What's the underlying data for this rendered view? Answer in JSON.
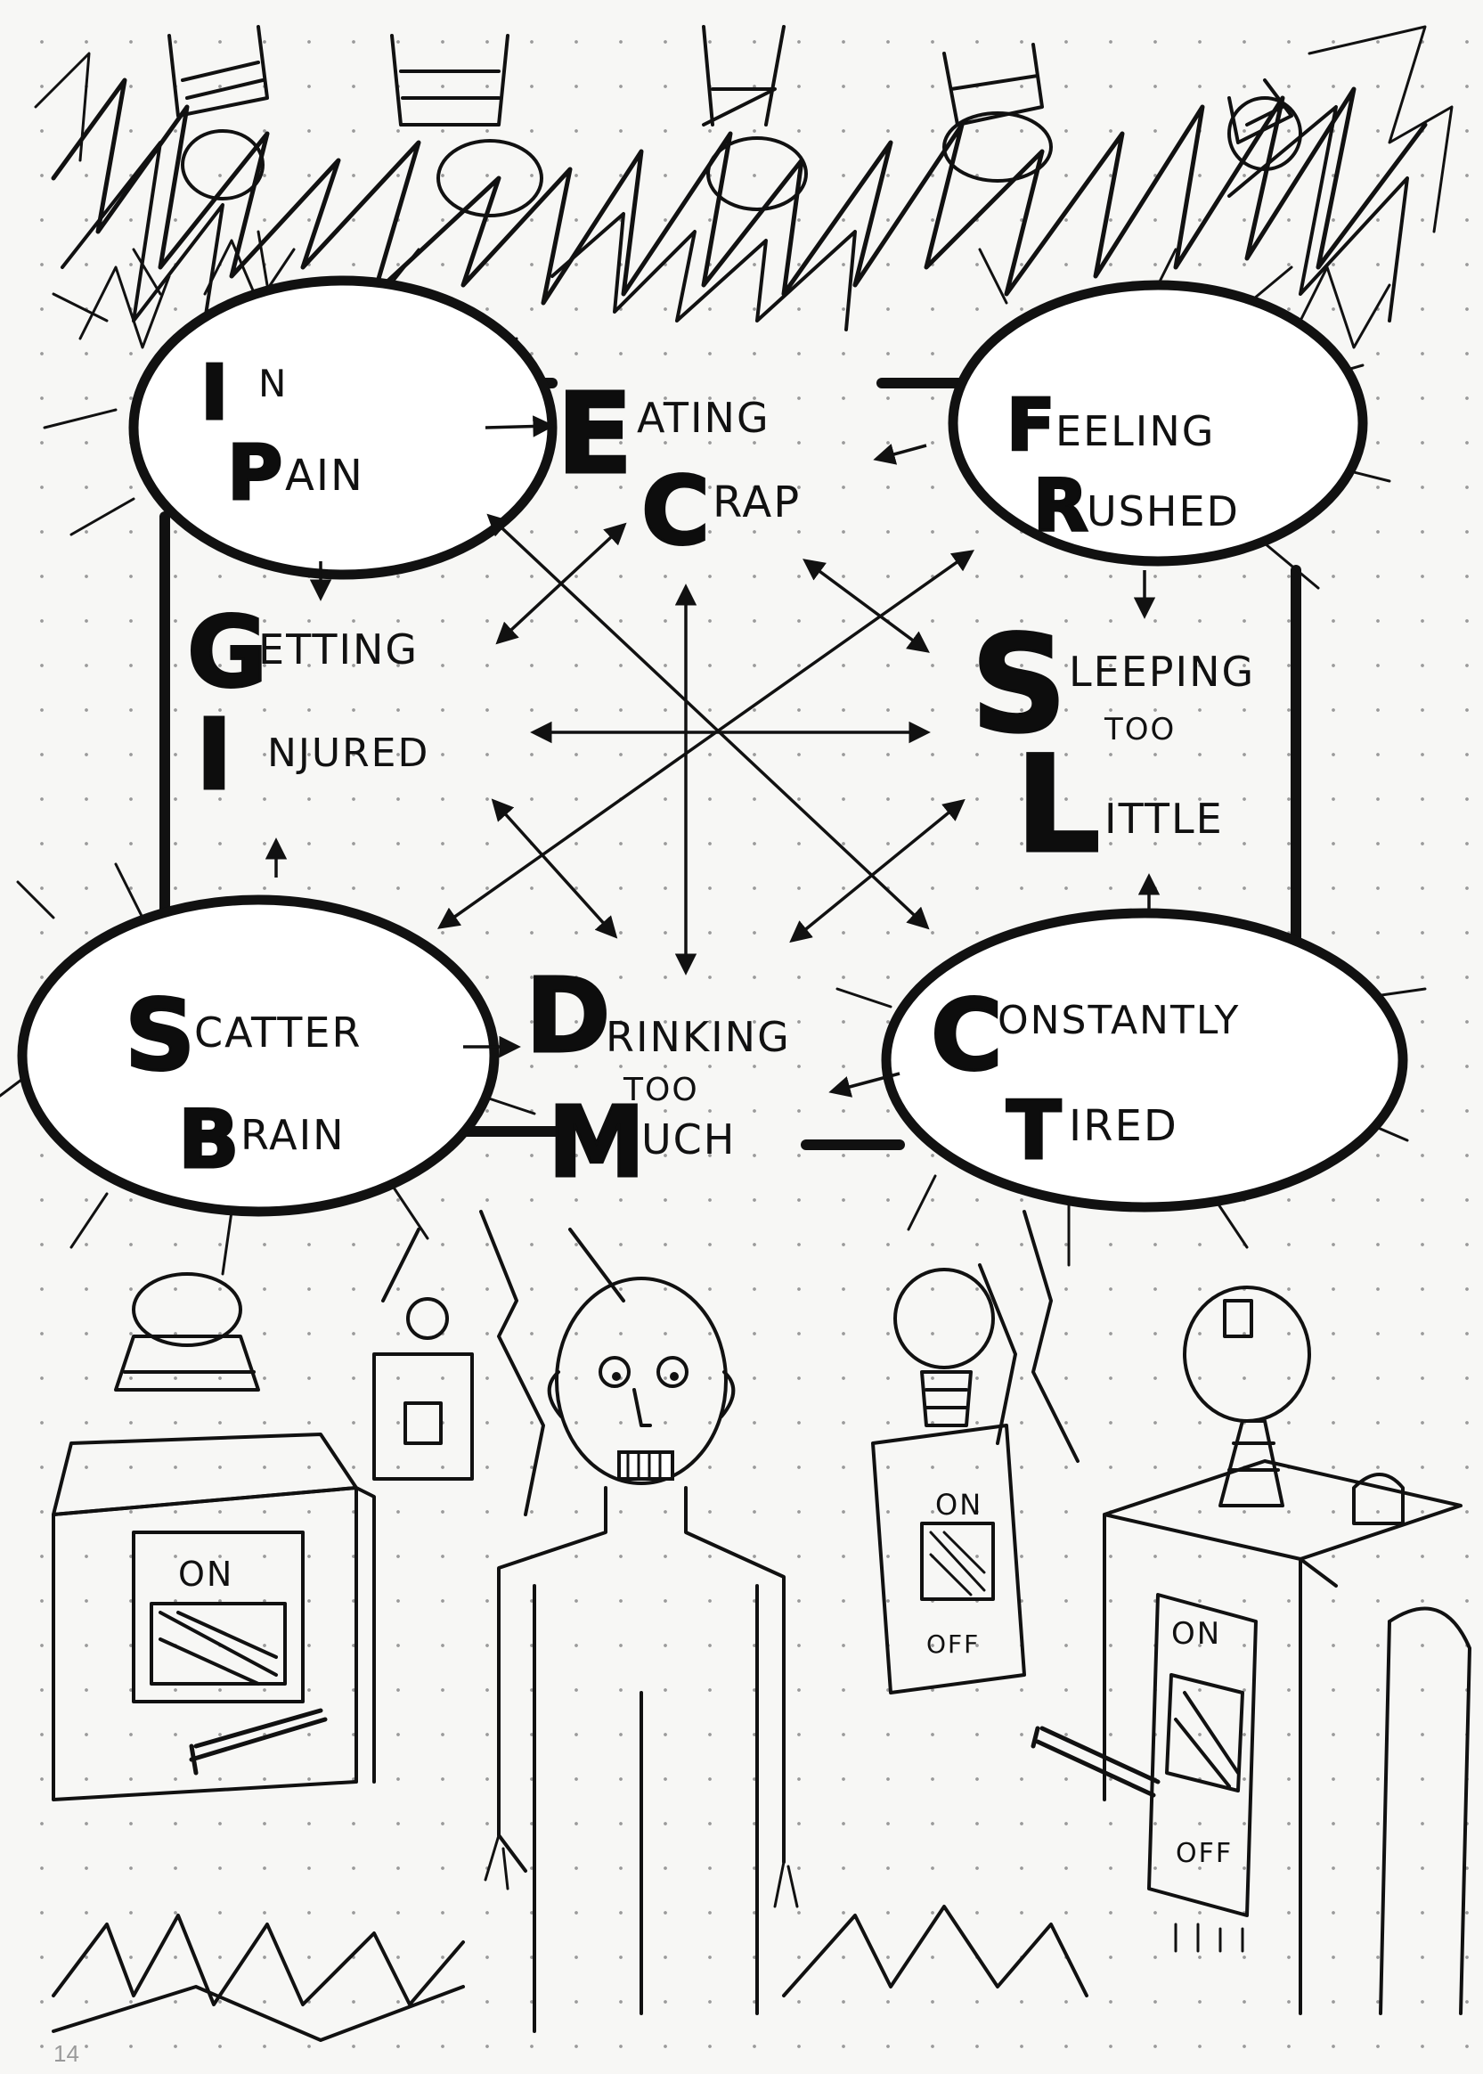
{
  "nodes": {
    "in_pain": {
      "cap1": "I",
      "word1": "N",
      "cap2": "P",
      "word2": "AIN"
    },
    "feeling_rushed": {
      "cap1": "F",
      "word1": "EELING",
      "cap2": "R",
      "word2": "USHED"
    },
    "scatter_brain": {
      "cap1": "S",
      "word1": "CATTER",
      "cap2": "B",
      "word2": "RAIN"
    },
    "constantly_tired": {
      "cap1": "C",
      "word1": "ONSTANTLY",
      "cap2": "T",
      "word2": "IRED"
    },
    "eating_crap": {
      "cap1": "E",
      "word1": "ATING",
      "cap2": "C",
      "word2": "RAP"
    },
    "getting_injured": {
      "cap1": "G",
      "word1": "ETTING",
      "cap2": "I",
      "word2": "NJURED"
    },
    "sleeping_too_little": {
      "cap1": "S",
      "word1": "LEEPING",
      "mid": "TOO",
      "cap2": "L",
      "word2": "ITTLE"
    },
    "drinking_too_much": {
      "cap1": "D",
      "word1": "RINKING",
      "mid": "TOO",
      "cap2": "M",
      "word2": "UCH"
    }
  },
  "machines": {
    "left_on": "ON",
    "center_on": "ON",
    "center_off": "OFF",
    "right_on": "ON",
    "right_off": "OFF"
  },
  "page_number": "14",
  "colors": {
    "ink": "#111111",
    "paper": "#f7f7f5",
    "dots": "#9a9a9a"
  }
}
